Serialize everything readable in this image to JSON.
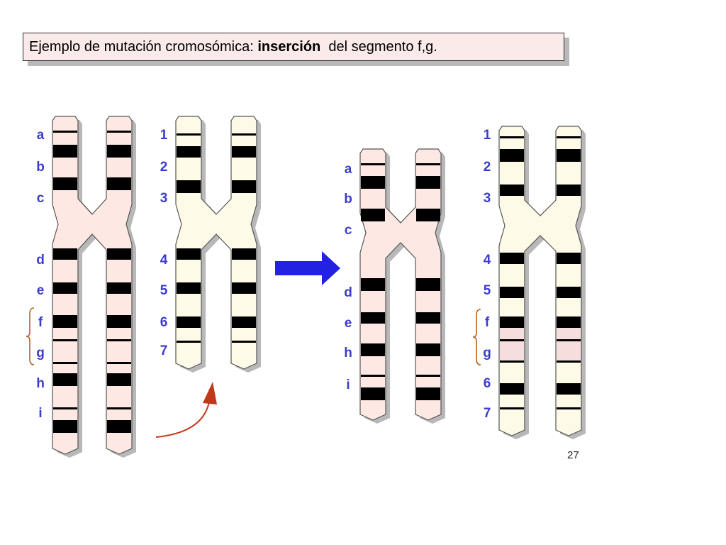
{
  "title": {
    "prefix": "Ejemplo de mutación cromosómica: ",
    "bold": "inserción",
    "suffix": "  del segmento f,g."
  },
  "page_number": "27",
  "colors": {
    "pink_chromosome": "#fde8e4",
    "cream_chromosome": "#fdfbe8",
    "band": "#000000",
    "label": "#3b3bcc",
    "arrow": "#2222e0",
    "curved_arrow": "#c0391b",
    "bracket": "#b5651d",
    "inserted_segment": "#f7dede"
  },
  "chromosomes": {
    "original_pink": {
      "labels": [
        "a",
        "b",
        "c",
        "d",
        "e",
        "f",
        "g",
        "h",
        "i"
      ]
    },
    "original_cream": {
      "labels": [
        "1",
        "2",
        "3",
        "4",
        "5",
        "6",
        "7"
      ]
    },
    "result_pink": {
      "labels": [
        "a",
        "b",
        "c",
        "d",
        "e",
        "h",
        "i"
      ]
    },
    "result_cream": {
      "labels": [
        "1",
        "2",
        "3",
        "4",
        "5",
        "f",
        "g",
        "6",
        "7"
      ]
    }
  },
  "icons": {
    "transition_arrow": "right-arrow-icon",
    "insertion_arrow": "curved-arrow-icon",
    "segment_bracket": "curly-brace-icon"
  }
}
